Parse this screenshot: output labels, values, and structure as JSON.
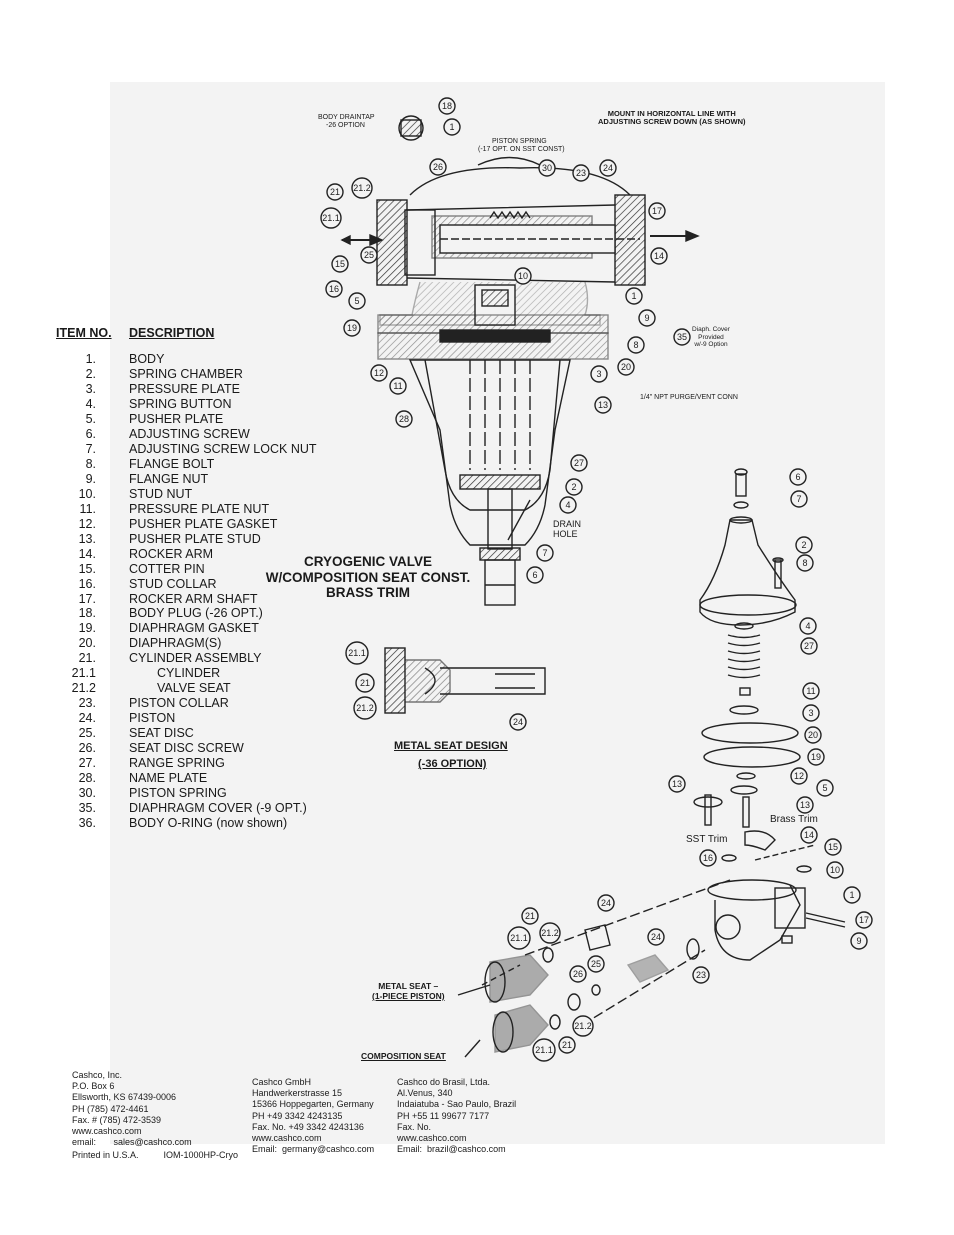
{
  "parts_list": {
    "header_item": "ITEM NO.",
    "header_desc": "DESCRIPTION",
    "items": [
      {
        "num": "1.",
        "desc": "BODY"
      },
      {
        "num": "2.",
        "desc": "SPRING CHAMBER"
      },
      {
        "num": "3.",
        "desc": "PRESSURE PLATE"
      },
      {
        "num": "4.",
        "desc": "SPRING BUTTON"
      },
      {
        "num": "5.",
        "desc": "PUSHER PLATE"
      },
      {
        "num": "6.",
        "desc": "ADJUSTING SCREW"
      },
      {
        "num": "7.",
        "desc": "ADJUSTING SCREW LOCK NUT"
      },
      {
        "num": "8.",
        "desc": "FLANGE BOLT"
      },
      {
        "num": "9.",
        "desc": "FLANGE NUT"
      },
      {
        "num": "10.",
        "desc": "STUD NUT"
      },
      {
        "num": "11.",
        "desc": "PRESSURE PLATE NUT"
      },
      {
        "num": "12.",
        "desc": "PUSHER PLATE GASKET"
      },
      {
        "num": "13.",
        "desc": "PUSHER PLATE STUD"
      },
      {
        "num": "14.",
        "desc": "ROCKER ARM"
      },
      {
        "num": "15.",
        "desc": "COTTER PIN"
      },
      {
        "num": "16.",
        "desc": "STUD COLLAR"
      },
      {
        "num": "17.",
        "desc": "ROCKER ARM SHAFT"
      },
      {
        "num": "18.",
        "desc": "BODY PLUG (-26 OPT.)"
      },
      {
        "num": "19.",
        "desc": "DIAPHRAGM GASKET"
      },
      {
        "num": "20.",
        "desc": "DIAPHRAGM(S)"
      },
      {
        "num": "21.",
        "desc": "CYLINDER ASSEMBLY"
      },
      {
        "num": "21.1",
        "desc": "CYLINDER"
      },
      {
        "num": "21.2",
        "desc": "VALVE SEAT"
      },
      {
        "num": "23.",
        "desc": "PISTON COLLAR"
      },
      {
        "num": "24.",
        "desc": "PISTON"
      },
      {
        "num": "25.",
        "desc": "SEAT DISC"
      },
      {
        "num": "26.",
        "desc": "SEAT DISC SCREW"
      },
      {
        "num": "27.",
        "desc": "RANGE SPRING"
      },
      {
        "num": "28.",
        "desc": "NAME PLATE"
      },
      {
        "num": "30.",
        "desc": "PISTON SPRING"
      },
      {
        "num": "35.",
        "desc": "DIAPHRAGM COVER (-9 OPT.)"
      },
      {
        "num": "36.",
        "desc": "BODY O-RING (now shown)"
      }
    ]
  },
  "drawing": {
    "title_line1": "CRYOGENIC VALVE",
    "title_line2": "W/COMPOSITION SEAT CONST.",
    "title_line3": "BRASS TRIM",
    "metal_seat_design": "METAL SEAT DESIGN",
    "option_36": "(-36 OPTION)",
    "body_draintap_1": "BODY DRAINTAP",
    "body_draintap_2": "-26 OPTION",
    "piston_spring_1": "PISTON SPRING",
    "piston_spring_2": "(-17 OPT. ON SST CONST)",
    "mount_1": "MOUNT IN HORIZONTAL LINE WITH",
    "mount_2": "ADJUSTING SCREW DOWN (AS SHOWN)",
    "diaph_1": "Diaph. Cover",
    "diaph_2": "Provided",
    "diaph_3": "w/-9 Option",
    "purge": "1/4\" NPT PURGE/VENT CONN",
    "drain_1": "DRAIN",
    "drain_2": "HOLE",
    "brass_trim": "Brass Trim",
    "sst_trim": "SST Trim",
    "metal_seat_1": "METAL SEAT –",
    "metal_seat_2": "(1-PIECE PISTON)",
    "composition_seat": "COMPOSITION SEAT",
    "callouts_main": [
      "18",
      "1",
      "26",
      "30",
      "23",
      "24",
      "21",
      "21.2",
      "21.1",
      "17",
      "25",
      "10",
      "14",
      "15",
      "1",
      "16",
      "5",
      "9",
      "19",
      "35",
      "8",
      "12",
      "3",
      "20",
      "11",
      "13",
      "28",
      "27",
      "2",
      "4",
      "7",
      "6"
    ],
    "callouts_metal": [
      "21.1",
      "21",
      "21.2",
      "24"
    ],
    "callouts_exploded": [
      "6",
      "7",
      "2",
      "8",
      "4",
      "27",
      "11",
      "3",
      "20",
      "19",
      "12",
      "5",
      "13",
      "13",
      "14",
      "15",
      "16",
      "10",
      "1",
      "17",
      "9"
    ],
    "callouts_seat": [
      "21",
      "24",
      "21.1",
      "21.2",
      "24",
      "25",
      "26",
      "23",
      "21.2",
      "21",
      "21.1"
    ]
  },
  "footer": {
    "usa": [
      "Cashco, Inc.",
      "P.O.  Box 6",
      "Ellsworth, KS 67439-0006",
      "PH (785) 472-4461",
      "Fax. # (785) 472-3539",
      "www.cashco.com",
      "email:       sales@cashco.com",
      "Printed in U.S.A.          IOM-1000HP-Cryo"
    ],
    "germany": [
      "Cashco GmbH",
      "Handwerkerstrasse 15",
      "15366 Hoppegarten, Germany",
      "PH +49 3342 4243135",
      "Fax. No. +49 3342 4243136",
      "www.cashco.com",
      "Email:  germany@cashco.com"
    ],
    "brazil": [
      "Cashco do Brasil, Ltda.",
      "Al.Venus, 340",
      "Indaiatuba - Sao Paulo, Brazil",
      "PH +55 11 99677 7177",
      "Fax. No.",
      "www.cashco.com",
      "Email:  brazil@cashco.com"
    ]
  }
}
